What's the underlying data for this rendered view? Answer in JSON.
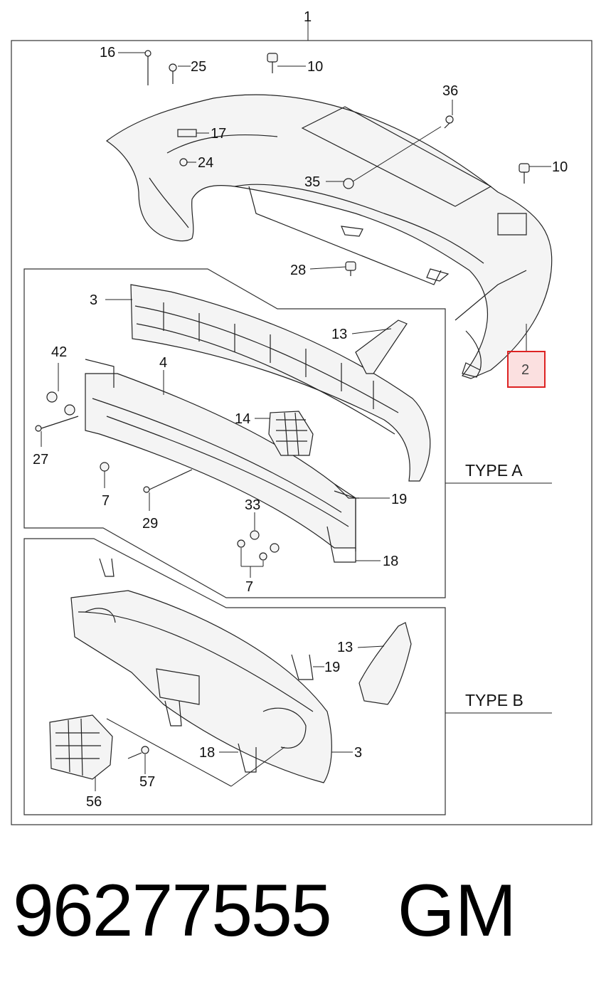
{
  "diagram": {
    "callouts": [
      {
        "id": "c1",
        "text": "1"
      },
      {
        "id": "c16",
        "text": "16"
      },
      {
        "id": "c25",
        "text": "25"
      },
      {
        "id": "c10a",
        "text": "10"
      },
      {
        "id": "c36",
        "text": "36"
      },
      {
        "id": "c10b",
        "text": "10"
      },
      {
        "id": "c17",
        "text": "17"
      },
      {
        "id": "c24",
        "text": "24"
      },
      {
        "id": "c35",
        "text": "35"
      },
      {
        "id": "c28",
        "text": "28"
      },
      {
        "id": "c3a",
        "text": "3"
      },
      {
        "id": "c13a",
        "text": "13"
      },
      {
        "id": "c42",
        "text": "42"
      },
      {
        "id": "c4",
        "text": "4"
      },
      {
        "id": "c14",
        "text": "14"
      },
      {
        "id": "c27",
        "text": "27"
      },
      {
        "id": "c7a",
        "text": "7"
      },
      {
        "id": "c29",
        "text": "29"
      },
      {
        "id": "c33",
        "text": "33"
      },
      {
        "id": "c19a",
        "text": "19"
      },
      {
        "id": "c18a",
        "text": "18"
      },
      {
        "id": "c7b",
        "text": "7"
      },
      {
        "id": "c13b",
        "text": "13"
      },
      {
        "id": "c19b",
        "text": "19"
      },
      {
        "id": "c18b",
        "text": "18"
      },
      {
        "id": "c3b",
        "text": "3"
      },
      {
        "id": "c57",
        "text": "57"
      },
      {
        "id": "c56",
        "text": "56"
      }
    ],
    "highlight": {
      "text": "2",
      "color": "#dd2222"
    },
    "type_a_label": "TYPE A",
    "type_b_label": "TYPE B"
  },
  "footer": {
    "part_number": "96277555",
    "brand": "GM"
  }
}
